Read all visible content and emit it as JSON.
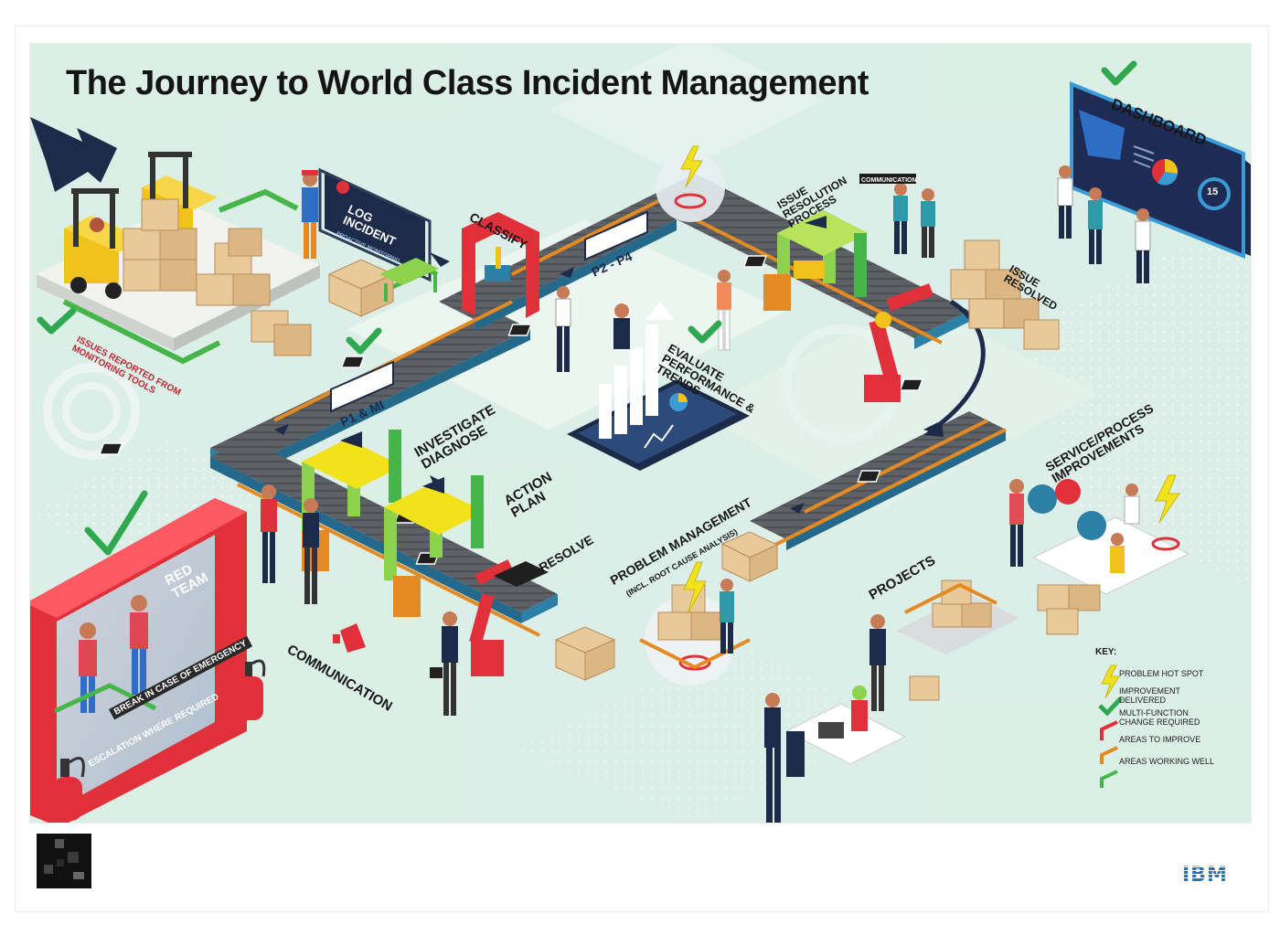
{
  "title": "The Journey to World Class Incident Management",
  "stages": {
    "log_incident": "LOG INCIDENT",
    "proactive": "PROACTIVE MONITORING",
    "classify": "CLASSIFY",
    "p2_p4": "P2 - P4",
    "p1_mi": "P1 & MI",
    "issue_resolution": "ISSUE RESOLUTION PROCESS",
    "communication_bubble": "COMMUNICATION",
    "dashboard": "DASHBOARD",
    "issue_resolved": "ISSUE RESOLVED",
    "issues_reported": "ISSUES REPORTED FROM MONITORING TOOLS",
    "evaluate": "EVALUATE PERFORMANCE & TRENDS",
    "investigate": "INVESTIGATE DIAGNOSE",
    "action_plan": "ACTION PLAN",
    "resolve": "RESOLVE",
    "problem_management": "PROBLEM MANAGEMENT",
    "problem_sub": "(INCL. ROOT CAUSE ANALYSIS)",
    "service_process": "SERVICE/PROCESS IMPROVEMENTS",
    "projects": "PROJECTS",
    "communication": "COMMUNICATION",
    "red_team": "RED TEAM",
    "break_glass": "BREAK IN CASE OF EMERGENCY",
    "escalation": "ESCALATION WHERE REQUIRED",
    "dashboard_gauge": "15"
  },
  "key": {
    "title": "KEY:",
    "items": [
      {
        "label": "PROBLEM HOT SPOT",
        "icon": "lightning-icon",
        "color": "#f2e21c"
      },
      {
        "label": "IMPROVEMENT DELIVERED",
        "icon": "check-icon",
        "color": "#2fa84f"
      },
      {
        "label": "MULTI-FUNCTION CHANGE REQUIRED",
        "icon": "red-bracket-icon",
        "color": "#e0303a"
      },
      {
        "label": "AREAS TO IMPROVE",
        "icon": "orange-bracket-icon",
        "color": "#e58a22"
      },
      {
        "label": "AREAS WORKING WELL",
        "icon": "green-bracket-icon",
        "color": "#47b64a"
      }
    ]
  },
  "brand": "IBM",
  "colors": {
    "background": "#dbeee7",
    "conveyor": "#5b5e63",
    "belt_rail": "#2c7fa5",
    "red": "#e0303a",
    "orange": "#e58a22",
    "green": "#47b64a",
    "yellow": "#f2e21c",
    "box": "#e8c99a",
    "navy": "#1d2a4a"
  }
}
